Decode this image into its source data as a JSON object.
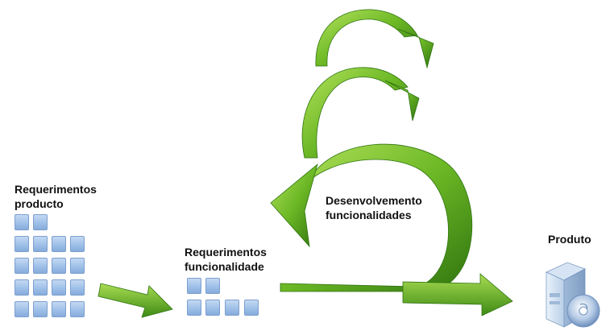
{
  "labels": {
    "product_requirements_line1": "Requerimentos",
    "product_requirements_line2": "producto",
    "feature_requirements_line1": "Requerimentos",
    "feature_requirements_line2": "funcionalidade",
    "development_line1": "Desenvolvemento",
    "development_line2": "funcionalidades",
    "product": "Produto"
  },
  "colors": {
    "arrow_green_light": "#9fd44a",
    "arrow_green_mid": "#5aa51e",
    "arrow_green_dark": "#2f7410",
    "block_blue": "#9fc0e8"
  },
  "icons": {
    "product": "software-box-with-cd-icon"
  }
}
